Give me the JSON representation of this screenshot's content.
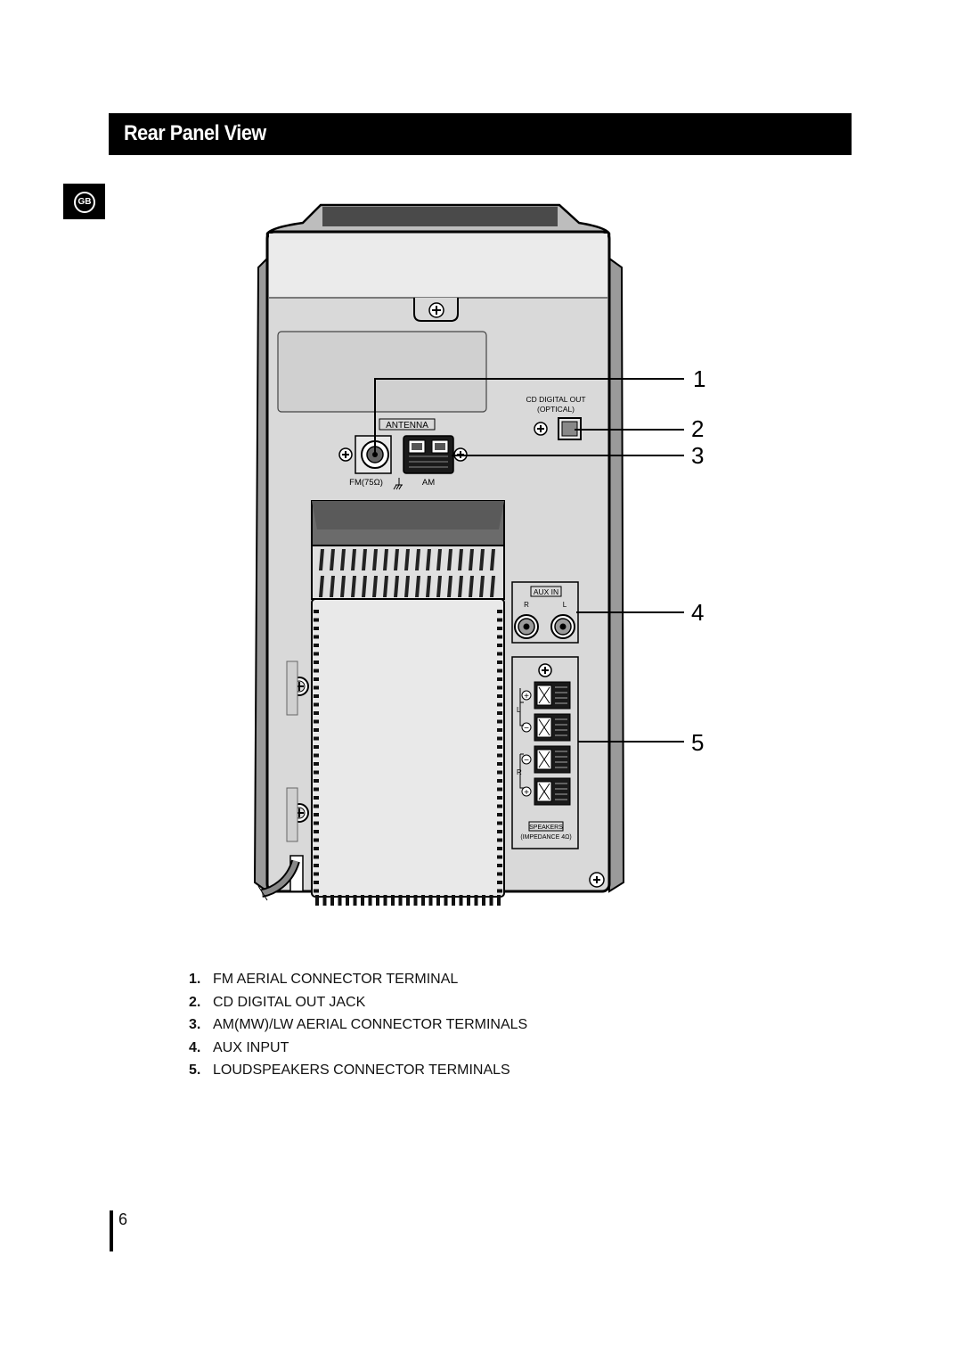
{
  "header": {
    "title": "Rear Panel View"
  },
  "language_tab": {
    "code": "GB"
  },
  "diagram": {
    "callouts": [
      "1",
      "2",
      "3",
      "4",
      "5"
    ],
    "labels": {
      "cd_digital_out": "CD DIGITAL OUT",
      "optical": "(OPTICAL)",
      "antenna": "ANTENNA",
      "fm": "FM(75Ω)",
      "am": "AM",
      "aux_in": "AUX IN",
      "aux_r": "R",
      "aux_l": "L",
      "spk_l": "L",
      "spk_r": "R",
      "speakers": "SPEAKERS",
      "impedance": "(IMPEDANCE 4Ω)"
    }
  },
  "legend": [
    {
      "num": "1.",
      "text": "FM AERIAL CONNECTOR TERMINAL"
    },
    {
      "num": "2.",
      "text": "CD DIGITAL OUT JACK"
    },
    {
      "num": "3.",
      "text": "AM(MW)/LW AERIAL CONNECTOR TERMINALS"
    },
    {
      "num": "4.",
      "text": "AUX INPUT"
    },
    {
      "num": "5.",
      "text": "LOUDSPEAKERS CONNECTOR TERMINALS"
    }
  ],
  "page_number": "6"
}
